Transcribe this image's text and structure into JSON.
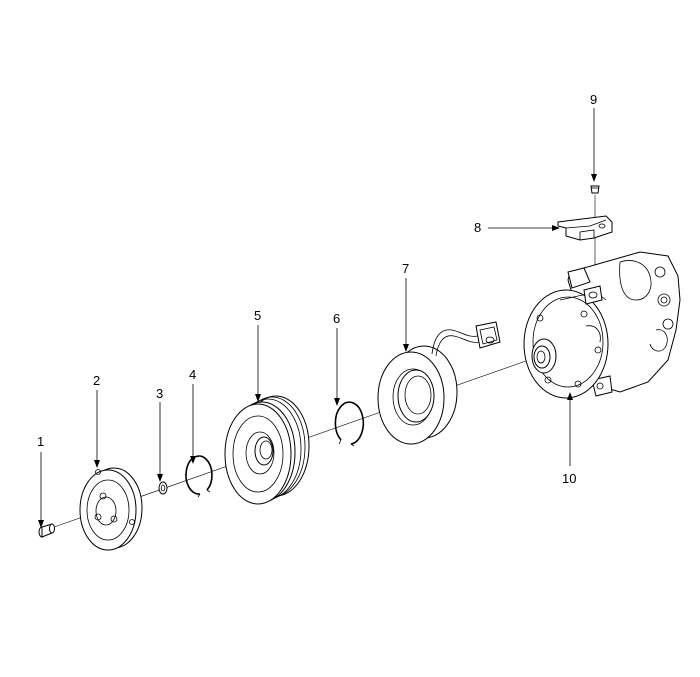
{
  "diagram": {
    "colors": {
      "line": "#000000",
      "background": "#ffffff"
    },
    "callouts": [
      {
        "id": "1",
        "label": "1",
        "part": "bolt"
      },
      {
        "id": "2",
        "label": "2",
        "part": "pressure-plate"
      },
      {
        "id": "3",
        "label": "3",
        "part": "shim"
      },
      {
        "id": "4",
        "label": "4",
        "part": "snap-ring"
      },
      {
        "id": "5",
        "label": "5",
        "part": "pulley"
      },
      {
        "id": "6",
        "label": "6",
        "part": "snap-ring"
      },
      {
        "id": "7",
        "label": "7",
        "part": "field-coil"
      },
      {
        "id": "8",
        "label": "8",
        "part": "bracket"
      },
      {
        "id": "9",
        "label": "9",
        "part": "screw"
      },
      {
        "id": "10",
        "label": "10",
        "part": "compressor"
      }
    ]
  }
}
